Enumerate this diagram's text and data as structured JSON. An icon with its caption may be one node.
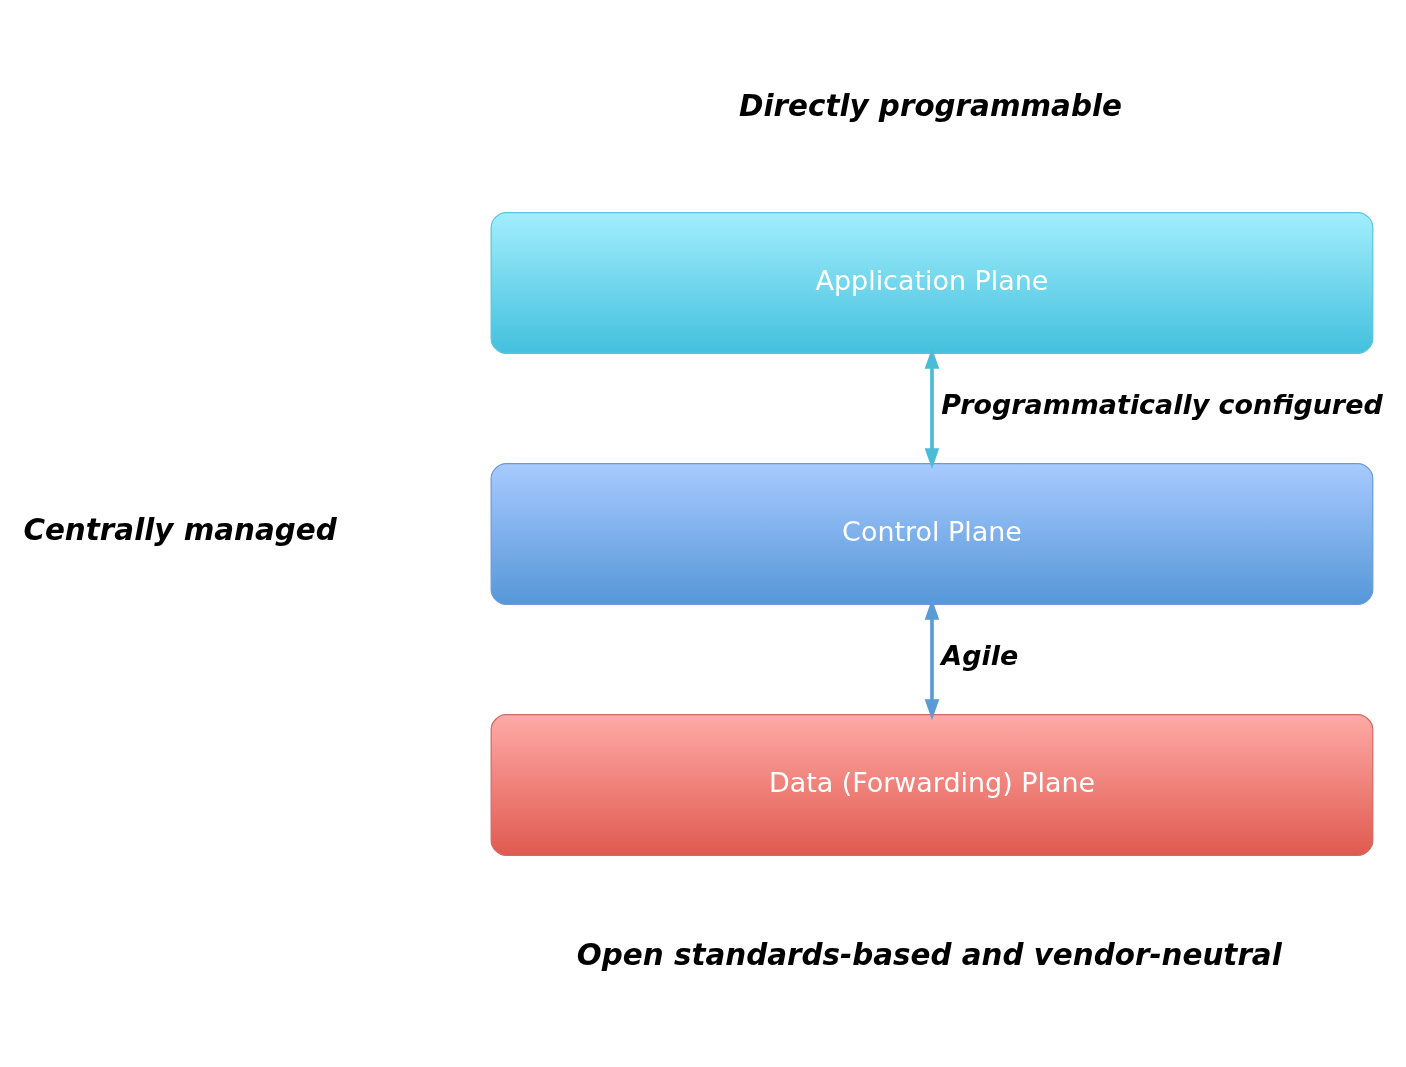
{
  "diagram": {
    "nodes": [
      {
        "text": [
          "Application Plane"
        ]
      },
      {
        "text": [
          "Control Plane"
        ]
      },
      {
        "text": [
          "Data (Forwarding) Plane"
        ]
      }
    ],
    "edges": [
      {
        "from": 0,
        "to": 1,
        "arrow": "both",
        "label": "Programmatically configured",
        "color": "#4bbcd6"
      },
      {
        "from": 1,
        "to": 2,
        "arrow": "both",
        "label": "Agile",
        "color": "#5b9bd5"
      }
    ],
    "labels": [
      "Directly programmable",
      "Centrally managed",
      "Open standards-based and vendor-neutral"
    ]
  }
}
